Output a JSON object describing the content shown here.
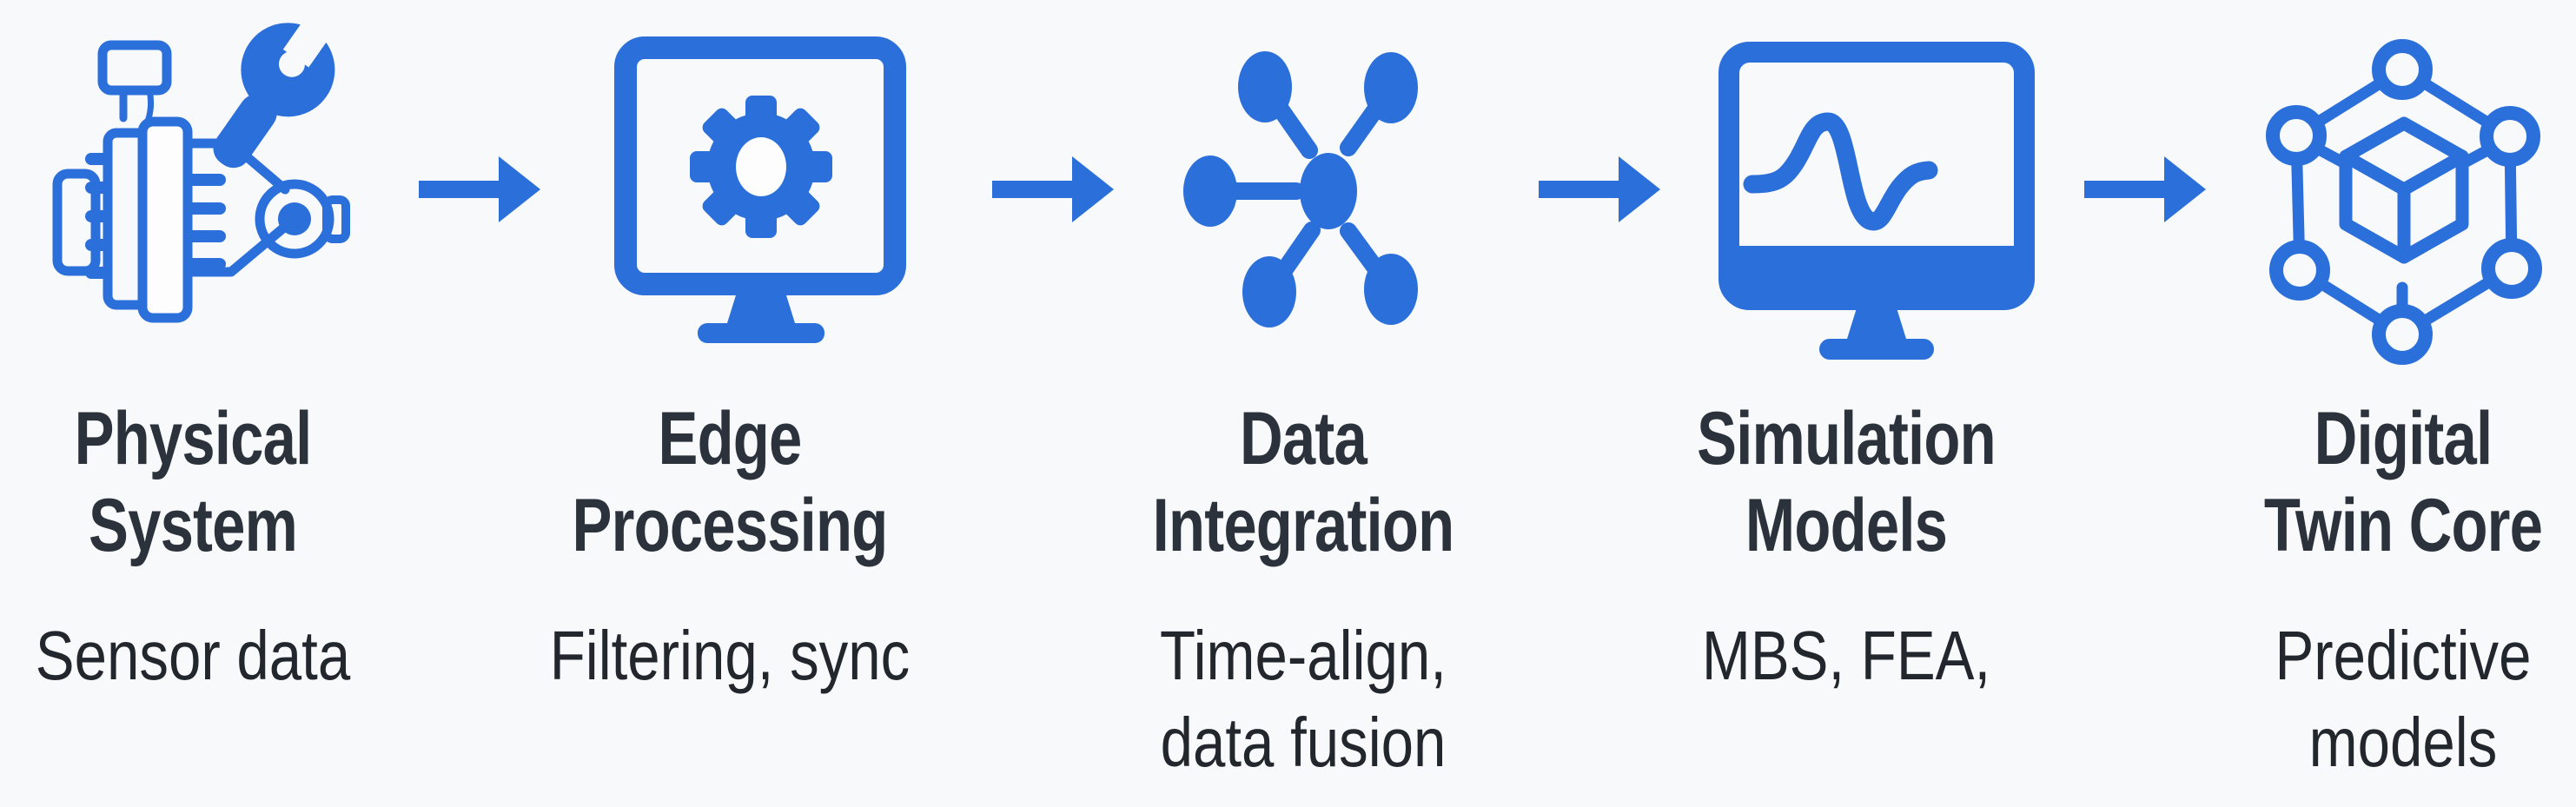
{
  "diagram": {
    "type": "flow-left-to-right",
    "background_color": "#f8f9fa",
    "accent_color": "#2b6fdb",
    "title_color": "#2b323c",
    "caption_color": "#22262d",
    "arrow_icon": "right-arrow",
    "stage_count": 5
  },
  "pipeline": {
    "stages": [
      {
        "icon": "engine-wrench-icon",
        "title": "Physical\nSystem",
        "caption": "Sensor data"
      },
      {
        "icon": "monitor-gear-icon",
        "title": "Edge\nProcessing",
        "caption": "Filtering, sync"
      },
      {
        "icon": "network-hub-icon",
        "title": "Data\nIntegration",
        "caption": "Time-align,\ndata fusion"
      },
      {
        "icon": "monitor-wave-icon",
        "title": "Simulation\nModels",
        "caption": "MBS, FEA,"
      },
      {
        "icon": "hexagon-cube-icon",
        "title": "Digital\nTwin Core",
        "caption": "Predictive\nmodels"
      }
    ]
  }
}
